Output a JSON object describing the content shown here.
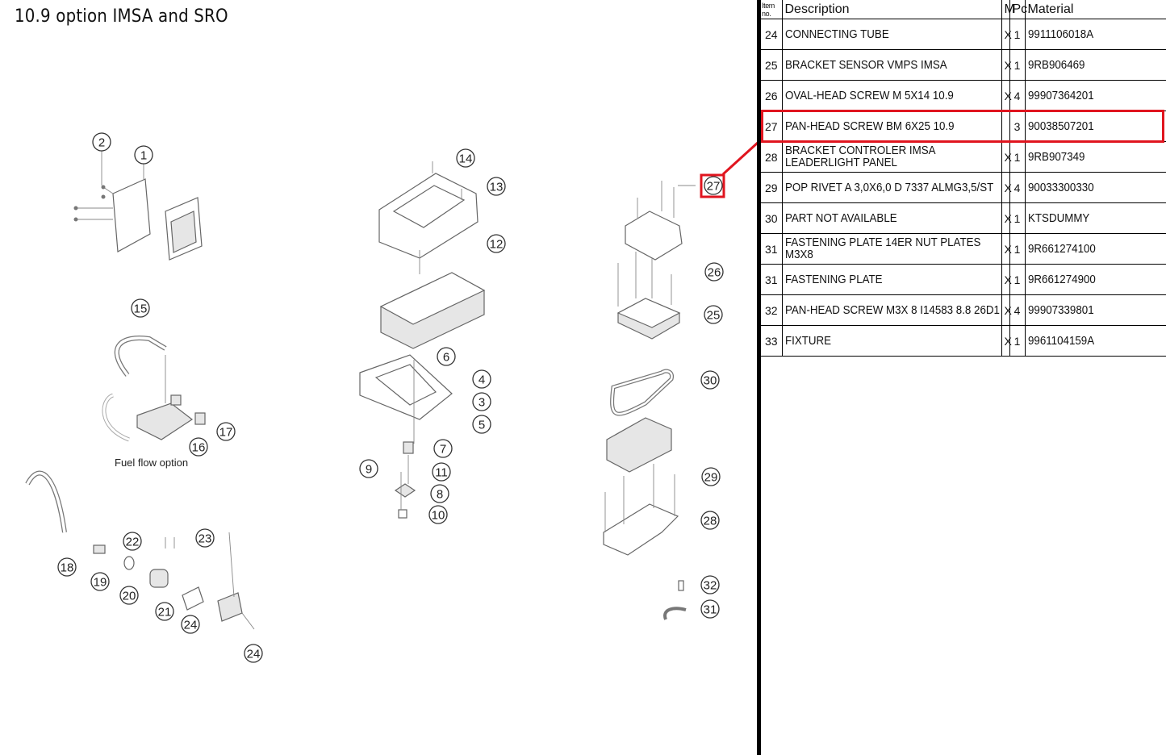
{
  "page_title": "10.9  option IMSA and SRO",
  "diagram": {
    "caption": "Fuel flow option",
    "callouts": [
      "1",
      "2",
      "3",
      "4",
      "5",
      "6",
      "7",
      "8",
      "9",
      "10",
      "11",
      "12",
      "13",
      "14",
      "15",
      "16",
      "17",
      "18",
      "19",
      "20",
      "21",
      "22",
      "23",
      "24",
      "24",
      "25",
      "26",
      "27",
      "28",
      "29",
      "30",
      "31",
      "32"
    ],
    "highlight_color": "#e0151f"
  },
  "table": {
    "headers": {
      "item": "Item no.",
      "description": "Description",
      "m": "M",
      "pc": "Pc.",
      "material": "Material"
    },
    "rows": [
      {
        "item": "24",
        "description": "CONNECTING TUBE",
        "m": "X",
        "pc": "1",
        "material": "9911106018A"
      },
      {
        "item": "25",
        "description": "BRACKET SENSOR VMPS IMSA",
        "m": "X",
        "pc": "1",
        "material": "9RB906469"
      },
      {
        "item": "26",
        "description": "OVAL-HEAD SCREW M 5X14 10.9",
        "m": "X",
        "pc": "4",
        "material": "99907364201"
      },
      {
        "item": "27",
        "description": "PAN-HEAD SCREW BM 6X25 10.9",
        "m": "",
        "pc": "3",
        "material": "90038507201",
        "highlighted": true
      },
      {
        "item": "28",
        "description": "BRACKET CONTROLER IMSA LEADERLIGHT PANEL",
        "m": "X",
        "pc": "1",
        "material": "9RB907349"
      },
      {
        "item": "29",
        "description": "POP RIVET A 3,0X6,0 D 7337 ALMG3,5/ST",
        "m": "X",
        "pc": "4",
        "material": "90033300330"
      },
      {
        "item": "30",
        "description": "PART NOT AVAILABLE",
        "m": "X",
        "pc": "1",
        "material": "KTSDUMMY"
      },
      {
        "item": "31",
        "description": "FASTENING PLATE 14ER NUT PLATES M3X8",
        "m": "X",
        "pc": "1",
        "material": "9R661274100"
      },
      {
        "item": "31",
        "description": "FASTENING PLATE",
        "m": "X",
        "pc": "1",
        "material": "9R661274900"
      },
      {
        "item": "32",
        "description": "PAN-HEAD SCREW M3X 8 I14583 8.8 26D1",
        "m": "X",
        "pc": "4",
        "material": "99907339801"
      },
      {
        "item": "33",
        "description": "FIXTURE",
        "m": "X",
        "pc": "1",
        "material": "9961104159A"
      }
    ]
  }
}
